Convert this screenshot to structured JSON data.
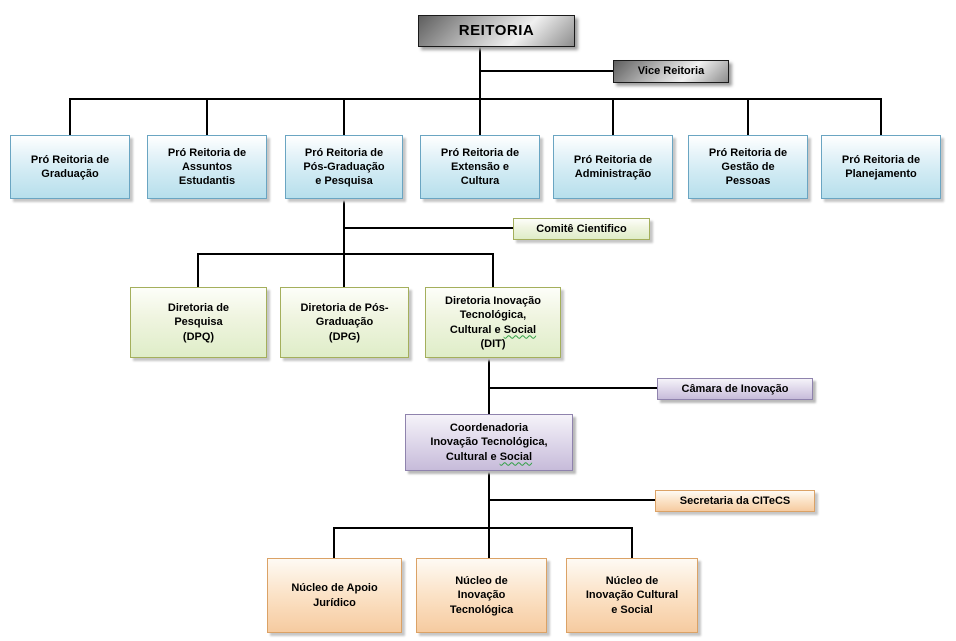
{
  "diagram": {
    "type": "org-chart",
    "language": "pt-BR"
  },
  "nodes": {
    "reitoria": {
      "label": "REITORIA"
    },
    "vice_reitoria": {
      "label": "Vice Reitoria"
    },
    "pro_reitorias": [
      {
        "label": "Pró Reitoria de\nGraduação"
      },
      {
        "label": "Pró Reitoria de\nAssuntos\nEstudantis"
      },
      {
        "label": "Pró Reitoria de\nPós-Graduação\ne Pesquisa"
      },
      {
        "label": "Pró Reitoria de\nExtensão e\nCultura"
      },
      {
        "label": "Pró Reitoria de\nAdministração"
      },
      {
        "label": "Pró Reitoria de\nGestão de\nPessoas"
      },
      {
        "label": "Pró Reitoria de\nPlanejamento"
      }
    ],
    "comite_cientifico": {
      "label": "Comitê Cientifico"
    },
    "diretorias": [
      {
        "label": "Diretoria de\nPesquisa\n(DPQ)"
      },
      {
        "label": "Diretoria de Pós-\nGraduação\n(DPG)"
      },
      {
        "label_pre": "Diretoria Inovação\nTecnológica,\nCultural e ",
        "label_underlined": "Social",
        "label_post": "\n(DIT)"
      }
    ],
    "camara_inovacao": {
      "label": "Câmara de Inovação"
    },
    "coordenadoria": {
      "label_pre": "Coordenadoria\nInovação Tecnológica,\nCultural e ",
      "label_underlined": "Social",
      "label_post": ""
    },
    "secretaria_citecs": {
      "label": "Secretaria da CITeCS"
    },
    "nucleos": [
      {
        "label": "Núcleo de Apoio\nJurídico"
      },
      {
        "label": "Núcleo de\nInovação\nTecnológica"
      },
      {
        "label": "Núcleo de\nInovação Cultural\ne Social"
      }
    ]
  },
  "palette": {
    "executive_box_border": "#1a1a1a",
    "executive_box_fill": "#b0b0b0",
    "pro_reitoria_border": "#6aa5c2",
    "pro_reitoria_fill": "#cfeaf3",
    "diretoria_border": "#a4af5c",
    "diretoria_fill": "#dfedc8",
    "coordenadoria_border": "#8f83ad",
    "coordenadoria_fill": "#c7bcda",
    "nucleo_border": "#dba266",
    "nucleo_fill": "#f6cba0",
    "connector": "#000000",
    "spellcheck_underline": "#2f9e44",
    "text": "#000000",
    "background": "#ffffff"
  }
}
